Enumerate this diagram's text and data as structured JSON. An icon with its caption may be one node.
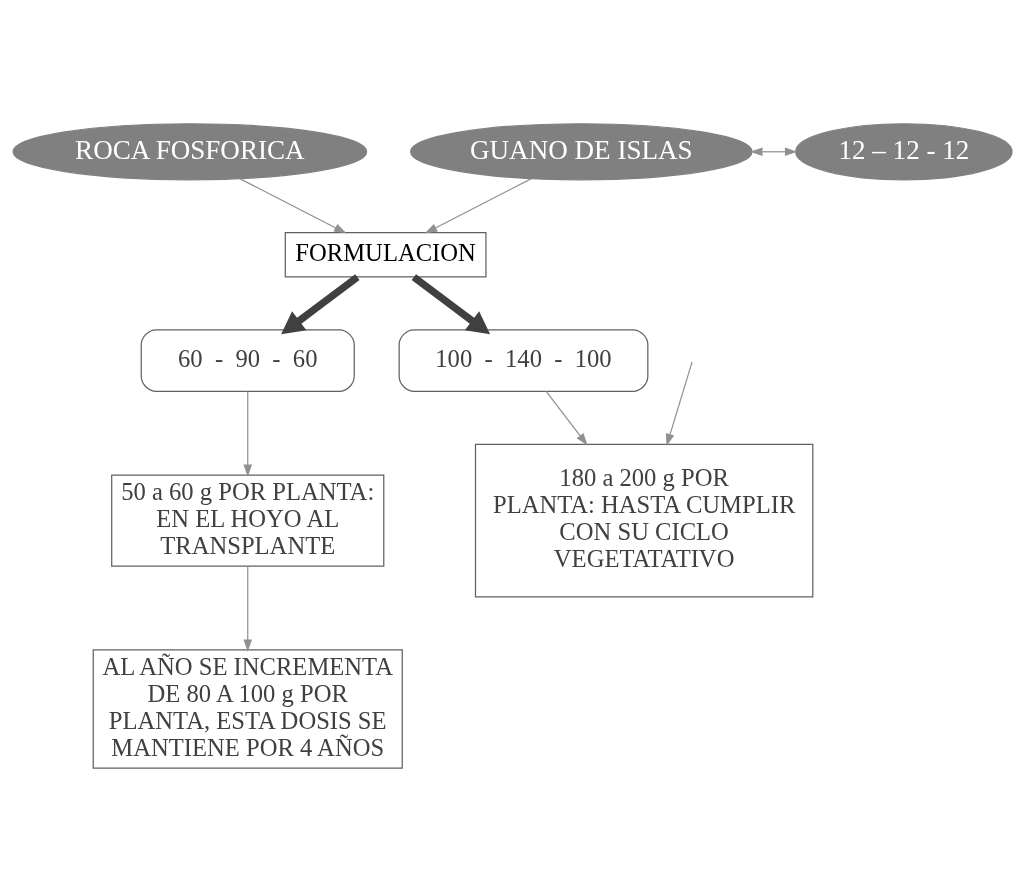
{
  "diagram": {
    "nodes": [
      {
        "text": [
          "ROCA FOSFORICA"
        ]
      },
      {
        "text": [
          "12 – 12 - 12"
        ]
      },
      {
        "text": [
          "GUANO DE ISLAS"
        ]
      },
      {
        "text": [
          "FORMULACION"
        ]
      },
      {
        "text": [
          "60  -  90  -  60"
        ]
      },
      {
        "text": [
          "100  -  140  -  100"
        ]
      },
      {
        "text": [
          "50 a 60 g POR PLANTA: EN EL HOYO AL TRANSPLANTE"
        ]
      },
      {
        "text": [
          "180 a 200 g POR PLANTA: HASTA CUMPLIR CON SU CICLO VEGETATATIVO"
        ]
      },
      {
        "text": [
          "AL AÑO SE INCREMENTA DE 80 A 100 g POR PLANTA, ESTA DOSIS SE MANTIENE POR 4 AÑOS"
        ]
      }
    ],
    "edges": [
      {
        "from": 1,
        "to": 2,
        "arrow": "both"
      },
      {
        "from": 0,
        "to": 3,
        "arrow": "to"
      },
      {
        "from": 2,
        "to": 3,
        "arrow": "to"
      },
      {
        "from": 3,
        "to": 4,
        "arrow": "to",
        "style": "thick",
        "color": "#404040"
      },
      {
        "from": 3,
        "to": 5,
        "arrow": "to",
        "style": "thick",
        "color": "#404040"
      },
      {
        "from": 4,
        "to": 6,
        "arrow": "to"
      },
      {
        "from": 6,
        "to": 8,
        "arrow": "to"
      },
      {
        "from": 5,
        "to": 7,
        "arrow": "to"
      },
      {
        "from": null,
        "to": 7,
        "arrow": "to"
      }
    ]
  }
}
